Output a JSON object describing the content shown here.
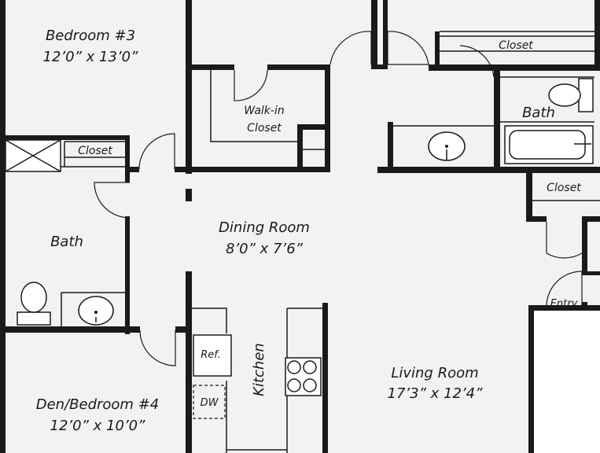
{
  "rooms": {
    "bedroom3": {
      "name": "Bedroom #3",
      "size": "12’0” x 13’0”"
    },
    "walkin": {
      "line1": "Walk-in",
      "line2": "Closet"
    },
    "closet_top": "Closet",
    "bath_right": "Bath",
    "closet_left": "Closet",
    "closet_right": "Closet",
    "bath_left": "Bath",
    "dining": {
      "name": "Dining Room",
      "size": "8’0” x 7’6”"
    },
    "entry": "Entry",
    "kitchen": "Kitchen",
    "refrigerator": "Ref.",
    "dishwasher": "DW",
    "living": {
      "name": "Living Room",
      "size": "17’3” x 12’4”"
    },
    "den": {
      "name": "Den/Bedroom #4",
      "size": "12’0” x 10’0”"
    }
  }
}
